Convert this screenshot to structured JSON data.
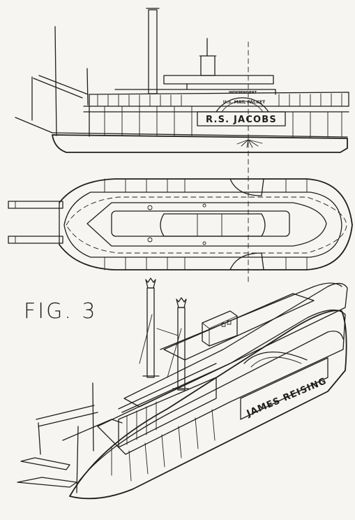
{
  "figure": {
    "label": "FIG. 3"
  },
  "elevation": {
    "name": "R.S. JACOBS",
    "paddlebox_arc": "INDEPENDENT",
    "paddlebox_inner": "U.S. MAIL PACKET"
  },
  "perspective": {
    "name": "JAMES REISING"
  },
  "colors": {
    "paper": "#f6f5f1",
    "ink": "#1f1f1f"
  }
}
